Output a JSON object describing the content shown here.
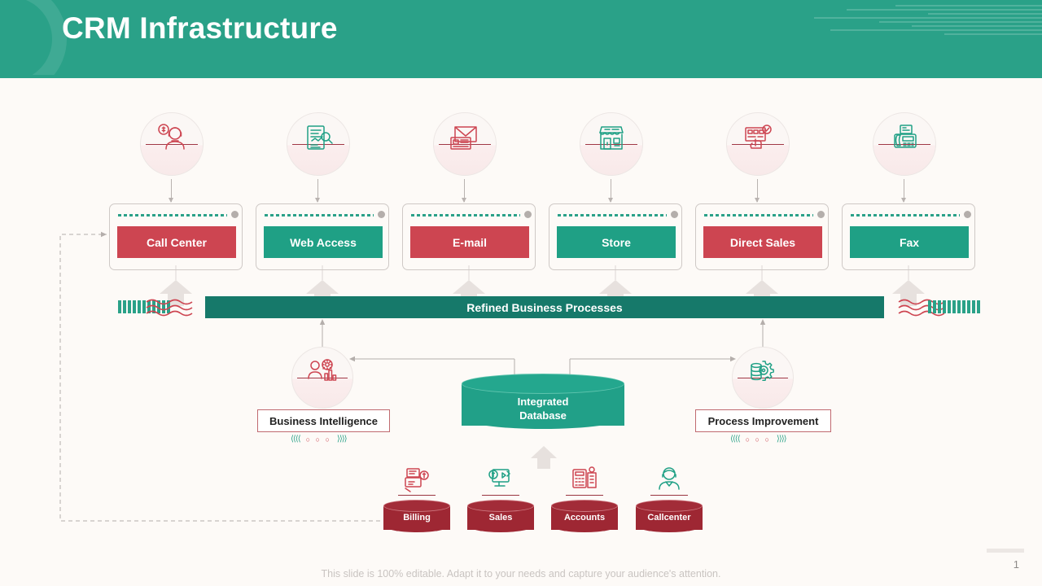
{
  "header": {
    "title": "CRM Infrastructure",
    "accent_color": "#2aa188"
  },
  "colors": {
    "teal": "#2aa188",
    "teal_dark": "#16796a",
    "red": "#cd4551",
    "maroon": "#9e2733",
    "background": "#fdfaf7"
  },
  "channels": [
    {
      "label": "Call Center",
      "icon": "headset-agent-money-icon",
      "pill_style": "red",
      "icon_color": "#cd4551"
    },
    {
      "label": "Web Access",
      "icon": "web-document-search-icon",
      "pill_style": "teal",
      "icon_color": "#1fa085"
    },
    {
      "label": "E-mail",
      "icon": "envelope-mail-icon",
      "pill_style": "red",
      "icon_color": "#cd4551"
    },
    {
      "label": "Store",
      "icon": "shop-storefront-icon",
      "pill_style": "teal",
      "icon_color": "#1fa085"
    },
    {
      "label": "Direct Sales",
      "icon": "hand-checklist-icon",
      "pill_style": "red",
      "icon_color": "#cd4551"
    },
    {
      "label": "Fax",
      "icon": "fax-machine-icon",
      "pill_style": "teal",
      "icon_color": "#1fa085"
    }
  ],
  "process_bar": {
    "label": "Refined Business Processes"
  },
  "mid_nodes": [
    {
      "label": "Business Intelligence",
      "icon": "analytics-person-chart-icon",
      "icon_color": "#cd4551"
    },
    {
      "label": "Process Improvement",
      "icon": "gear-settings-stack-icon",
      "icon_color": "#1fa085"
    }
  ],
  "database": {
    "line1": "Integrated",
    "line2": "Database"
  },
  "sources": [
    {
      "label": "Billing",
      "icon": "billing-printer-icon",
      "icon_color": "#cd4551"
    },
    {
      "label": "Sales",
      "icon": "sales-monitor-money-icon",
      "icon_color": "#1fa085"
    },
    {
      "label": "Accounts",
      "icon": "calculator-accounts-icon",
      "icon_color": "#cd4551"
    },
    {
      "label": "Callcenter",
      "icon": "support-agent-icon",
      "icon_color": "#1fa085"
    }
  ],
  "decor": {
    "chevron_left": "⟨⟨⟨⟨",
    "chevron_dots": "○ ○ ○",
    "chevron_right": "⟩⟩⟩⟩"
  },
  "footer": {
    "note": "This slide is 100% editable. Adapt it to your needs and capture your audience's attention.",
    "page": "1"
  }
}
